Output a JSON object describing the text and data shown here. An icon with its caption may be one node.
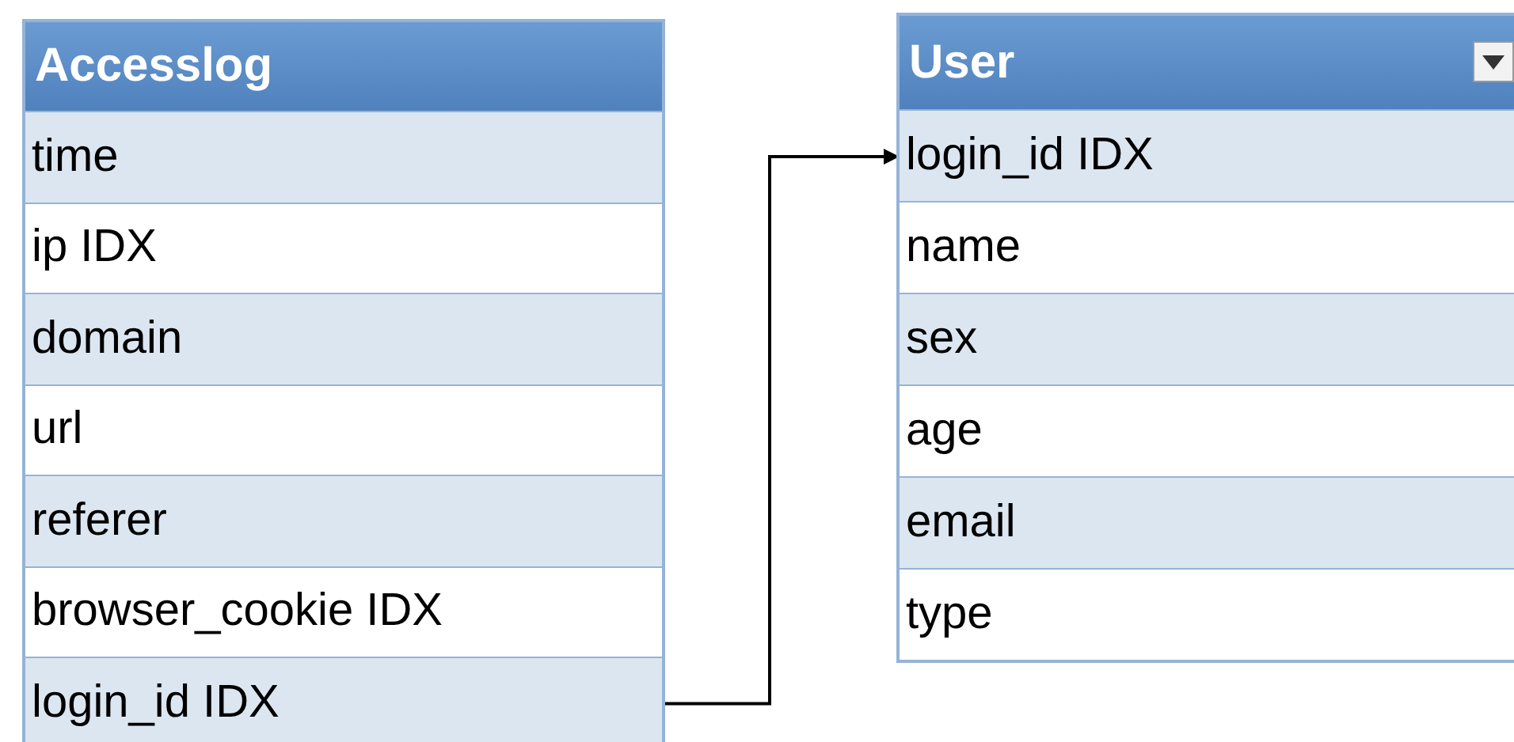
{
  "diagram": {
    "nodes": [
      {
        "text": [
          "Accesslog"
        ]
      },
      {
        "text": [
          "time"
        ],
        "in": 0
      },
      {
        "text": [
          "ip IDX"
        ],
        "in": 0
      },
      {
        "text": [
          "domain"
        ],
        "in": 0
      },
      {
        "text": [
          "url"
        ],
        "in": 0
      },
      {
        "text": [
          "referer"
        ],
        "in": 0
      },
      {
        "text": [
          "browser_cookie IDX"
        ],
        "in": 0
      },
      {
        "text": [
          "login_id IDX"
        ],
        "in": 0
      },
      {
        "text": [
          "User"
        ]
      },
      {
        "text": [
          "login_id IDX"
        ],
        "in": 8
      },
      {
        "text": [
          "name"
        ],
        "in": 8
      },
      {
        "text": [
          "sex"
        ],
        "in": 8
      },
      {
        "text": [
          "age"
        ],
        "in": 8
      },
      {
        "text": [
          "email"
        ],
        "in": 8
      },
      {
        "text": [
          "type"
        ],
        "in": 8
      }
    ],
    "edges": [
      {
        "from": 7,
        "to": 9,
        "arrow": "to"
      }
    ]
  }
}
